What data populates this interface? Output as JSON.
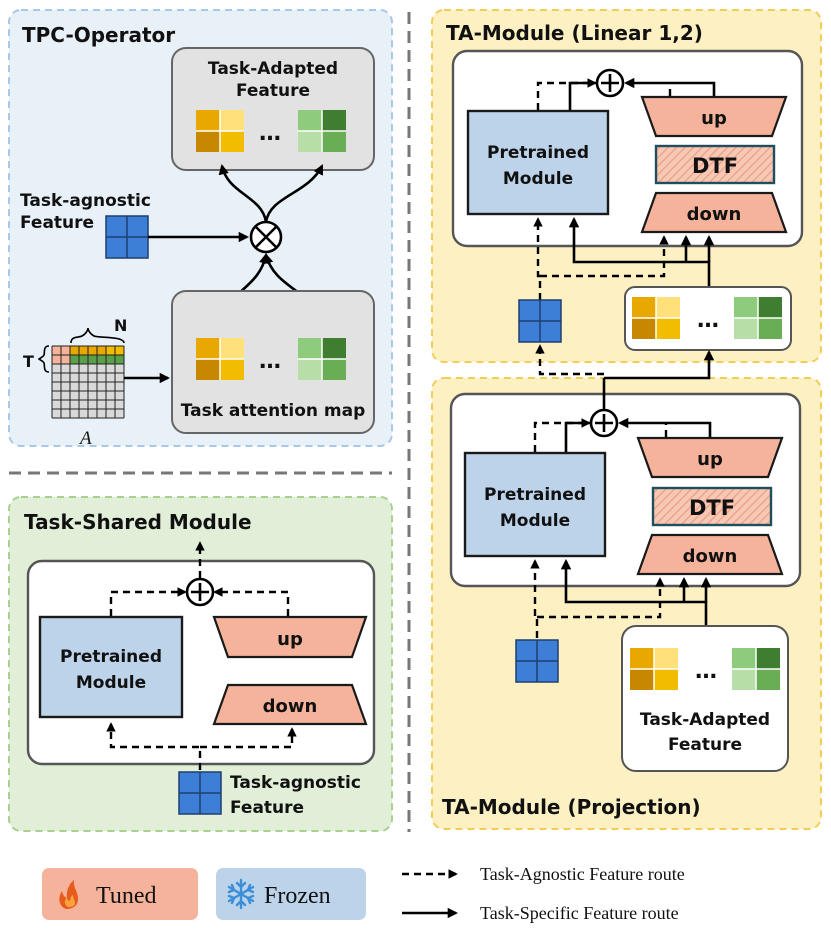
{
  "panels": {
    "tpc": {
      "title": "TPC-Operator",
      "task_adapted_line1": "Task-Adapted",
      "task_adapted_line2": "Feature",
      "task_agnostic_line1": "Task-agnostic",
      "task_agnostic_line2": "Feature",
      "attention_map": "Task attention map",
      "matrix_T": "T",
      "matrix_N": "N",
      "matrix_A": "A"
    },
    "shared": {
      "title": "Task-Shared Module",
      "pretrained_line1": "Pretrained",
      "pretrained_line2": "Module",
      "up": "up",
      "down": "down",
      "feature_line1": "Task-agnostic",
      "feature_line2": "Feature"
    },
    "ta_linear": {
      "title": "TA-Module (Linear 1,2)",
      "pretrained_line1": "Pretrained",
      "pretrained_line2": "Module",
      "up": "up",
      "dtf": "DTF",
      "down": "down"
    },
    "ta_proj": {
      "title": "TA-Module (Projection)",
      "pretrained_line1": "Pretrained",
      "pretrained_line2": "Module",
      "up": "up",
      "dtf": "DTF",
      "down": "down",
      "feature_line1": "Task-Adapted",
      "feature_line2": "Feature"
    }
  },
  "ellipsis": "…",
  "legend": {
    "tuned": "Tuned",
    "frozen": "Frozen",
    "dashed_route": "Task-Agnostic Feature route",
    "solid_route": "Task-Specific Feature route"
  },
  "colors": {
    "blue_panel": "#e8f0f8",
    "green_panel": "#e2efd8",
    "yellow_panel": "#fdf1c4",
    "salmon": "#f4b39a",
    "pretrained_blue": "#bcd3ea",
    "feature_blue": "#3d7ed6"
  }
}
